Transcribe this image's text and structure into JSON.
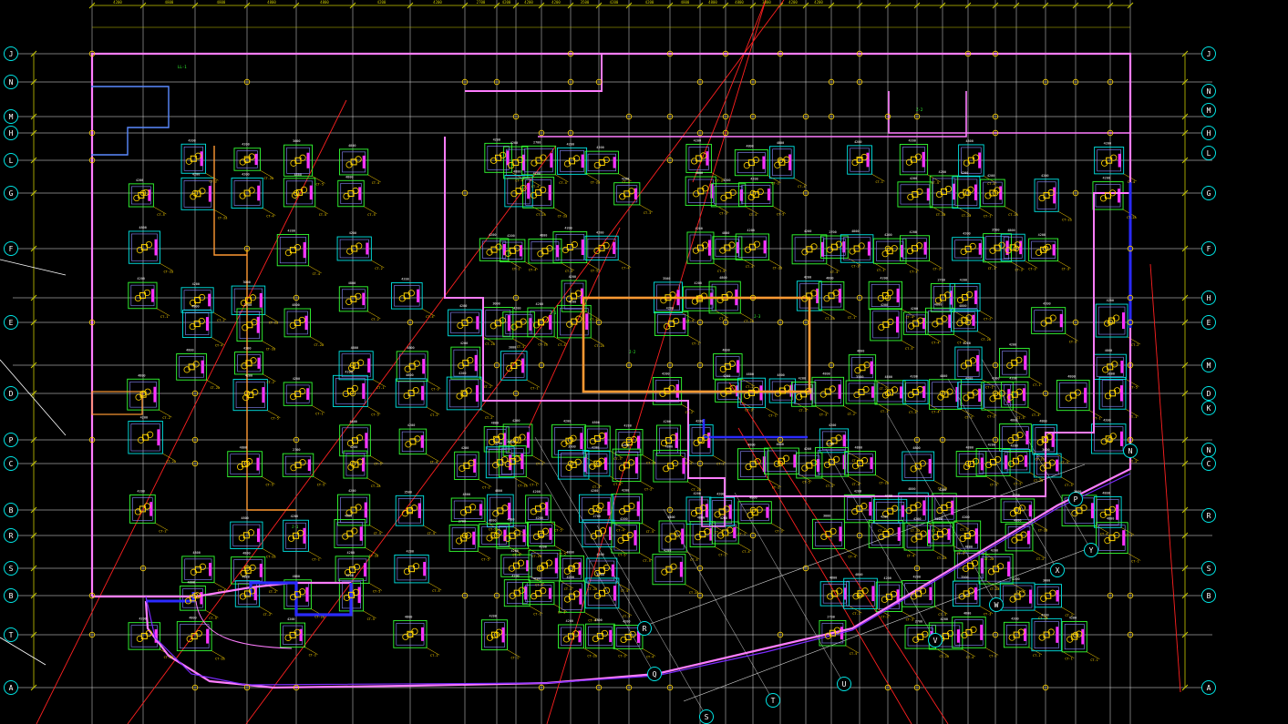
{
  "drawing": {
    "background": "#000000",
    "colors": {
      "grid": "#d8d8d8",
      "dim": "#c8c800",
      "wall": "#ff7dff",
      "wall_blue": "#2a2aff",
      "pile": "#ffd400",
      "cap": "#33ff33",
      "cap_cyan": "#00e5e5",
      "red": "#ff2020",
      "orange": "#ff9933",
      "axis_bubble": "#00e5e5",
      "axis_text": "#ffffff"
    },
    "left_axis_labels": [
      "J",
      "N",
      "M",
      "H",
      "L",
      "G",
      "F",
      "E",
      "D",
      "P",
      "C",
      "B",
      "R",
      "S",
      "B",
      "T",
      "A"
    ],
    "right_axis_labels": [
      "J",
      "N",
      "M",
      "H",
      "L",
      "G",
      "F",
      "H",
      "E",
      "M",
      "D",
      "K",
      "N",
      "C",
      "R",
      "S",
      "B",
      "A"
    ],
    "skew_axis_labels": [
      "Y",
      "X",
      "W",
      "V",
      "U",
      "T",
      "S",
      "R",
      "Q",
      "P",
      "N"
    ],
    "top_dimensions": [
      "4200",
      "4800",
      "4800",
      "4800",
      "4800",
      "4200",
      "4200",
      "2700",
      "4200",
      "4200",
      "4200",
      "3500",
      "4200",
      "4200",
      "4800",
      "4800",
      "4800",
      "3000",
      "4200",
      "4200"
    ],
    "cap_tags": [
      "CT-1",
      "CT-2",
      "CT-3",
      "CT-4",
      "CT-2a",
      "CT-5"
    ],
    "notes": [
      "J-1",
      "J-2",
      "J-3",
      "Z-1",
      "Z-2",
      "LL-1"
    ]
  }
}
